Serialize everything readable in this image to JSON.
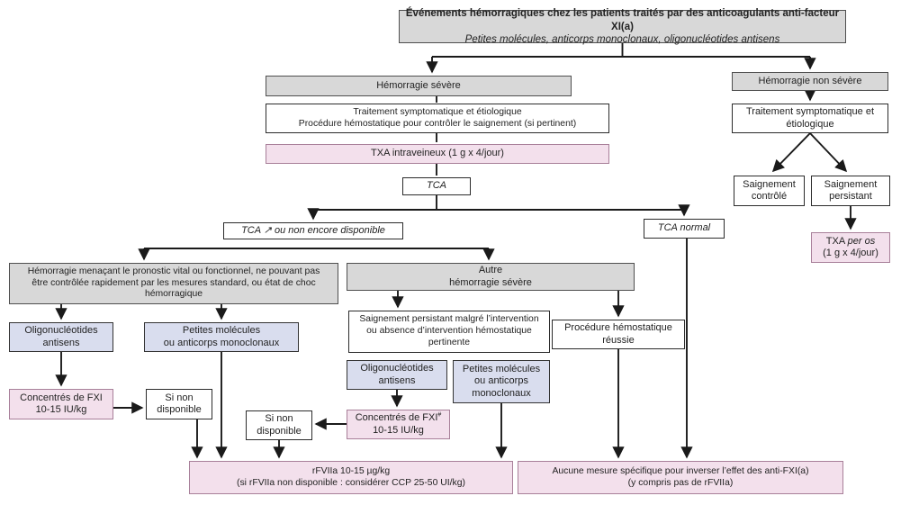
{
  "colors": {
    "gray_fill": "#d8d8d8",
    "blue_fill": "#d9ddee",
    "pink_fill": "#f3e0ec",
    "pink_border": "#a87f99",
    "line": "#1a1a1a"
  },
  "nodes": {
    "title_line1": "Événements hémorragiques chez les patients traités par des anticoagulants anti-facteur XI(a)",
    "title_line2": "Petites molécules, anticorps monoclonaux, oligonucléotides antisens",
    "hemorragie_severe": "Hémorragie sévère",
    "hemorragie_non_severe": "Hémorragie non sévère",
    "traitement_severe": "Traitement symptomatique et étiologique\nProcédure hémostatique pour contrôler le saignement (si pertinent)",
    "txa_iv": "TXA intraveineux (1 g x 4/jour)",
    "tca": "TCA",
    "tca_eleve": "TCA ↗ ou non encore disponible",
    "tca_normal": "TCA normal",
    "menacante": "Hémorragie menaçant le pronostic vital ou fonctionnel, ne pouvant pas\nêtre contrôlée rapidement par les mesures standard, ou état de choc\nhémorragique",
    "oligo1": "Oligonucléotides\nantisens",
    "petites1": "Petites molécules\nou anticorps monoclonaux",
    "concentres1": "Concentrés de FXI\n10-15 IU/kg",
    "si_non1": "Si non\ndisponible",
    "autre": "Autre\nhémorragie sévère",
    "saignement_persistant_severe": "Saignement persistant malgré l’intervention\nou absence d’intervention hémostatique\npertinente",
    "procedure_reussie": "Procédure hémostatique\nréussie",
    "oligo2": "Oligonucléotides\nantisens",
    "petites2": "Petites molécules\nou anticorps\nmonoclonaux",
    "concentres2_text": "Concentrés de FXI",
    "concentres2_sup": "#",
    "concentres2_line2": "10-15 IU/kg",
    "si_non2": "Si non\ndisponible",
    "rfviia": "rFVIIa 10-15 µg/kg\n(si rFVIIa non disponible : considérer CCP 25-50 UI/kg)",
    "aucune_mesure": "Aucune mesure spécifique pour inverser l’effet des anti-FXI(a)\n(y compris pas de rFVIIa)",
    "traitement_non_severe": "Traitement symptomatique et\nétiologique",
    "saignement_controle": "Saignement\ncontrôlé",
    "saignement_persistant": "Saignement\npersistant",
    "txa_per_os_prefix": "TXA ",
    "txa_per_os_italic": "per os",
    "txa_per_os_line2": "(1 g x 4/jour)"
  }
}
